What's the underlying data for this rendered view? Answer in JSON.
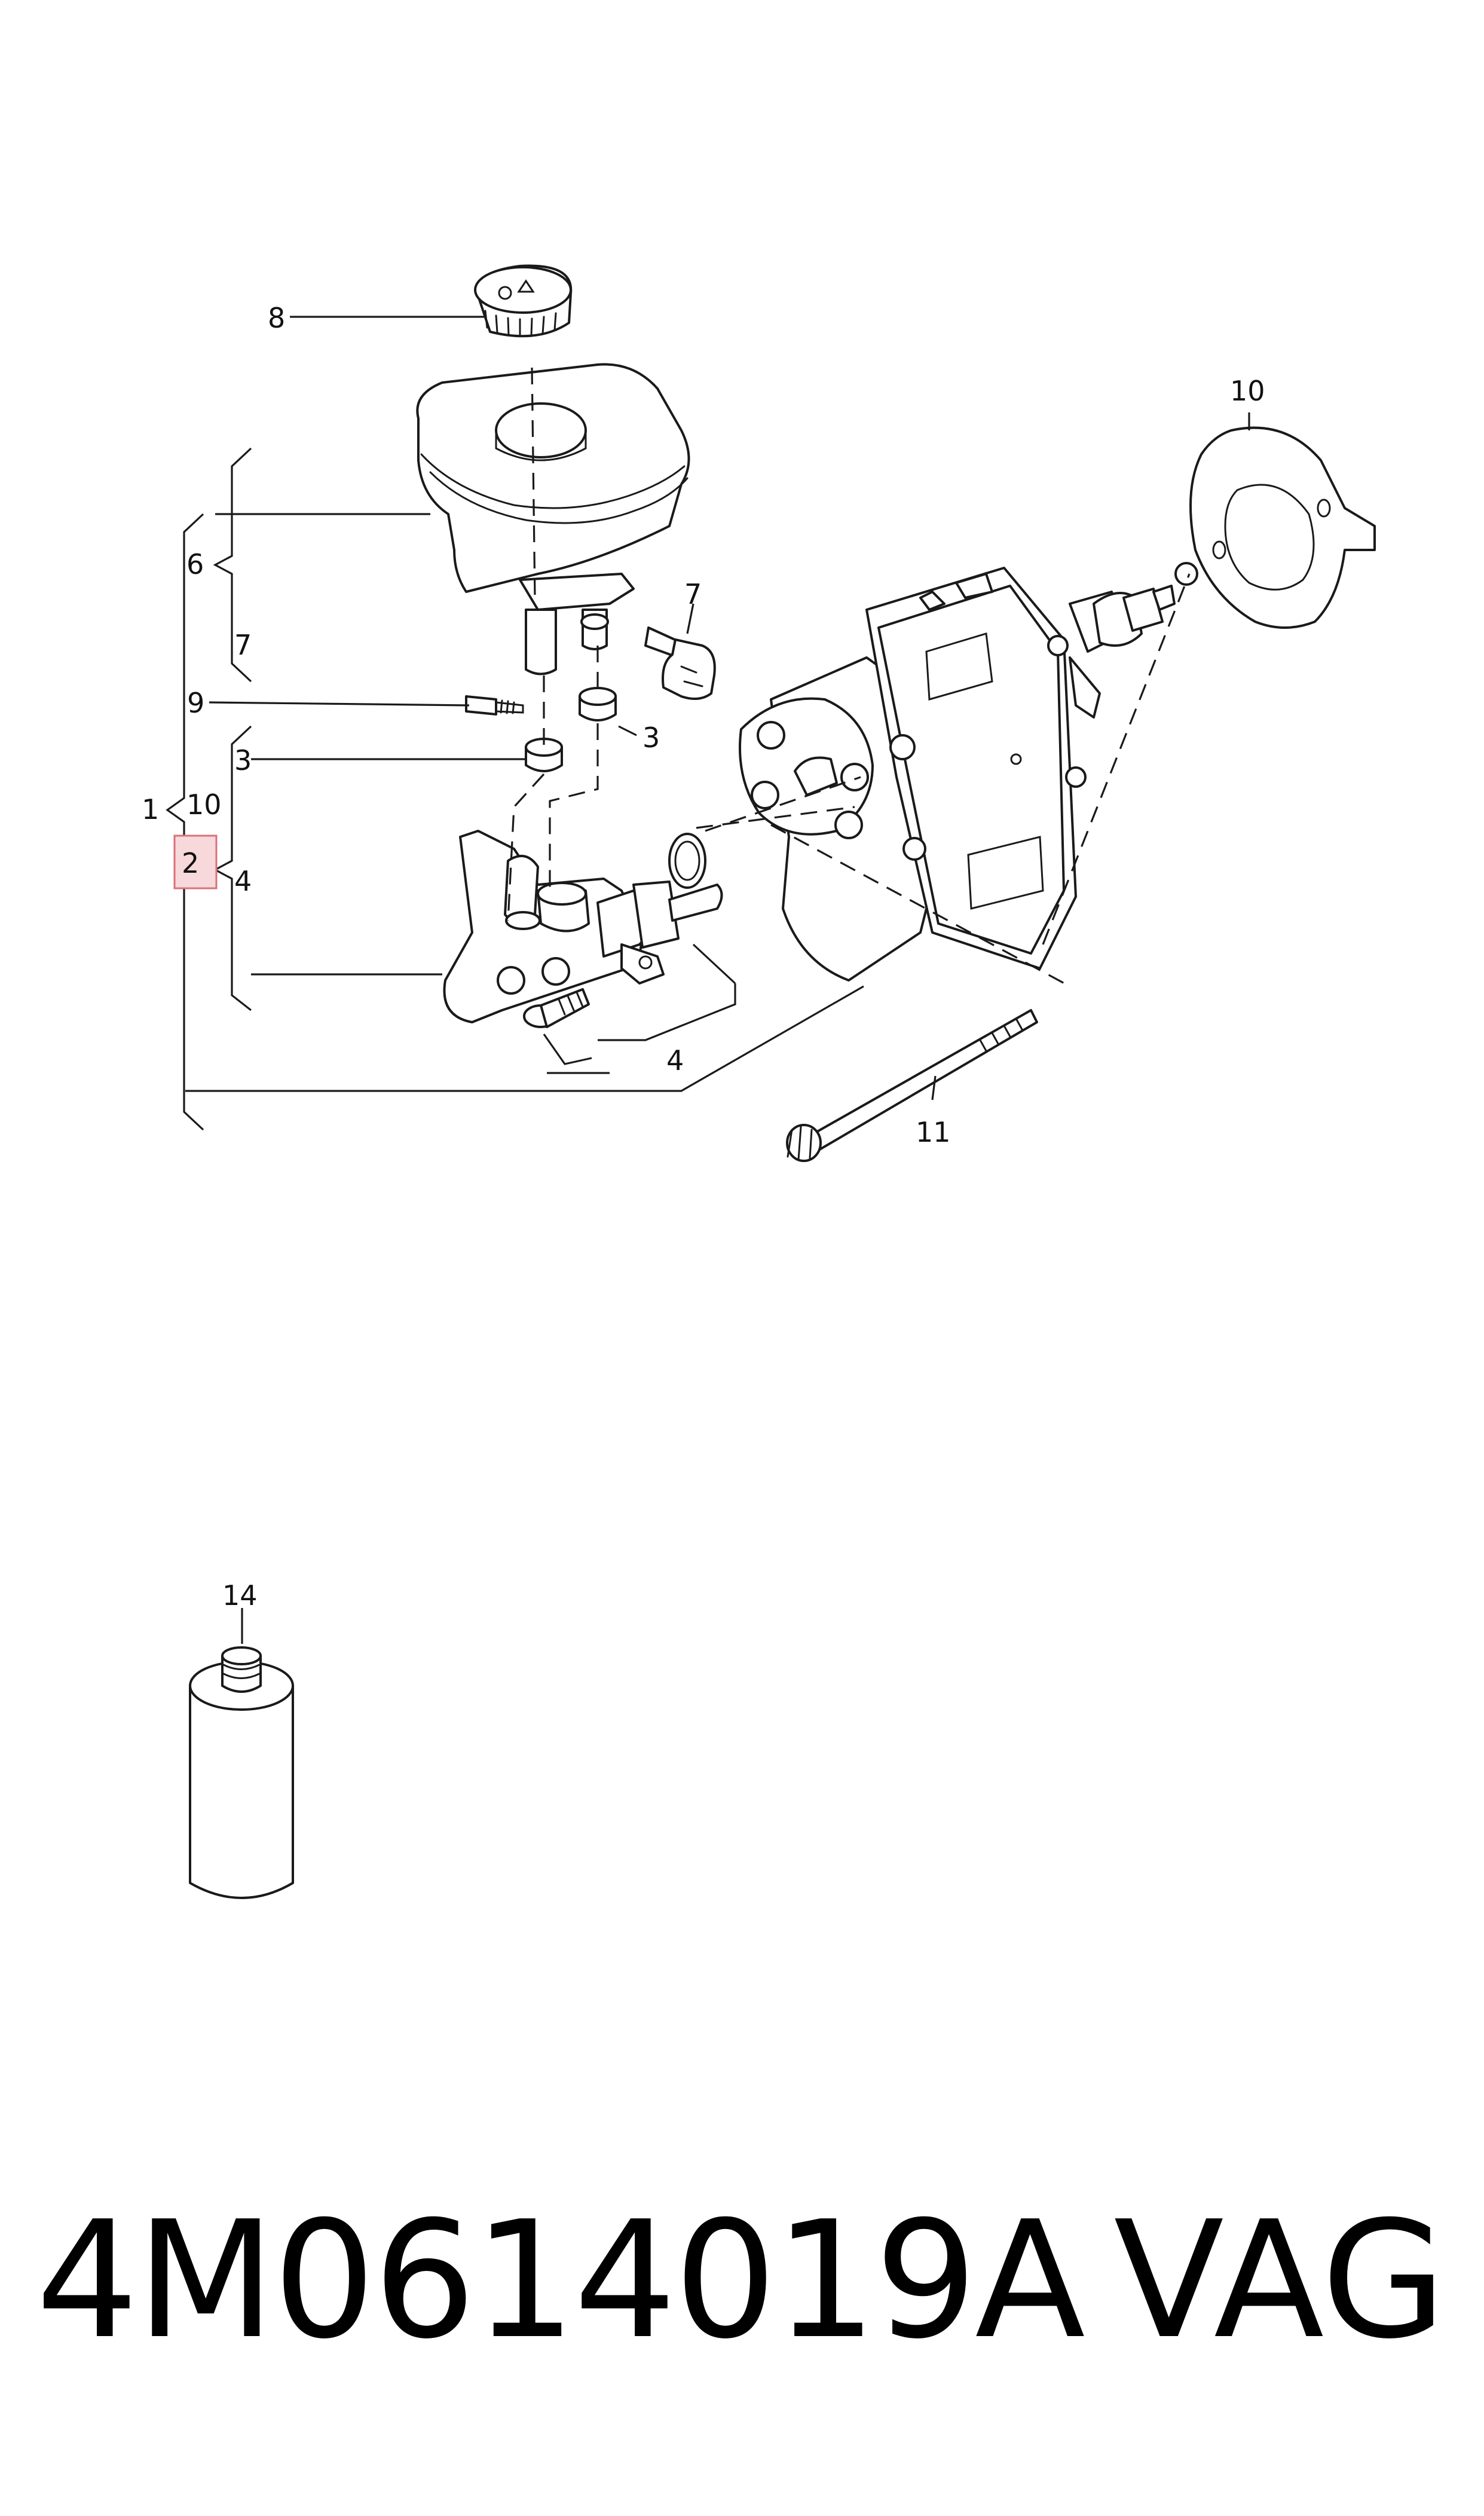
{
  "callouts": [
    {
      "id": "c8",
      "label": "8"
    },
    {
      "id": "c10a",
      "label": "10"
    },
    {
      "id": "c6",
      "label": "6"
    },
    {
      "id": "c7a",
      "label": "7"
    },
    {
      "id": "c7b",
      "label": "7"
    },
    {
      "id": "c9",
      "label": "9"
    },
    {
      "id": "c3a",
      "label": "3"
    },
    {
      "id": "c3b",
      "label": "3"
    },
    {
      "id": "c1",
      "label": "1"
    },
    {
      "id": "c10b",
      "label": "10"
    },
    {
      "id": "c2",
      "label": "2"
    },
    {
      "id": "c4a",
      "label": "4"
    },
    {
      "id": "c4b",
      "label": "4"
    },
    {
      "id": "c11",
      "label": "11"
    },
    {
      "id": "c14",
      "label": "14"
    }
  ],
  "highlighted_callout": "2",
  "highlight_color": "#f7d9db",
  "footer": {
    "part_number": "4M0614019A",
    "brand": "VAG"
  }
}
